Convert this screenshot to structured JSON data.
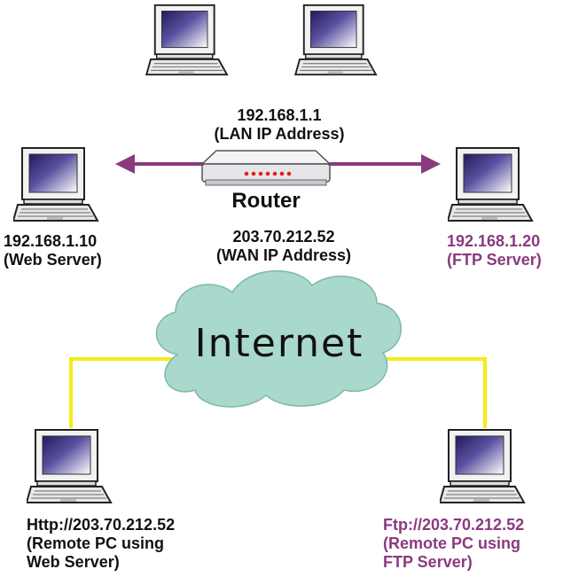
{
  "colors": {
    "cloud": "#a9d8cc",
    "cable": "#f3ec18",
    "arrow": "#8a3a7f",
    "router_body": "#e6e6ea",
    "router_leds": "#e02020",
    "label_purple": "#8a3a7f",
    "screen_gradient_dark": "#231a5c",
    "screen_gradient_light": "#ffffff"
  },
  "router": {
    "name": "Router",
    "lan_ip": "192.168.1.1",
    "lan_caption": "(LAN IP Address)",
    "wan_ip": "203.70.212.52",
    "wan_caption": "(WAN IP Address)",
    "icon": "router-icon"
  },
  "internet": {
    "label": "Internet",
    "icon": "cloud-icon"
  },
  "hosts": {
    "web_server": {
      "ip": "192.168.1.10",
      "caption": "(Web Server)"
    },
    "ftp_server": {
      "ip": "192.168.1.20",
      "caption": "(FTP Server)"
    },
    "remote_web": {
      "line1": "Http://203.70.212.52",
      "line2": "(Remote PC using",
      "line3": "Web Server)"
    },
    "remote_ftp": {
      "line1": "Ftp://203.70.212.52",
      "line2": "(Remote PC using",
      "line3": "FTP Server)"
    }
  }
}
